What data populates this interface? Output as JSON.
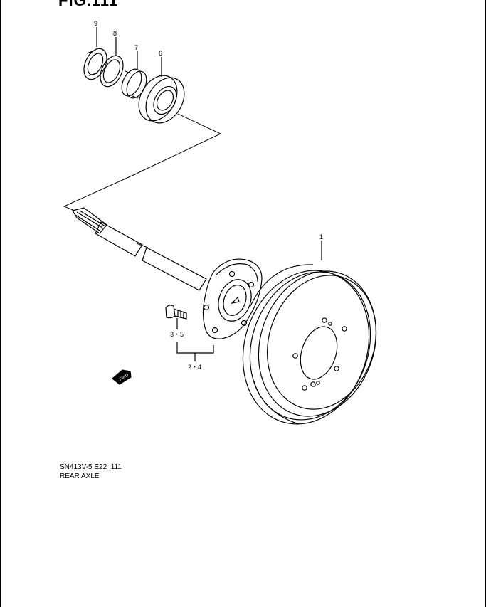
{
  "figure": {
    "title": "FIG.111",
    "code": "SN413V-5 E22_111",
    "name": "REAR AXLE"
  },
  "callouts": {
    "c9": "9",
    "c8": "8",
    "c7": "7",
    "c6": "6",
    "c1": "1",
    "c35": "3・5",
    "c24": "2・4"
  },
  "direction_marker": "FWD"
}
